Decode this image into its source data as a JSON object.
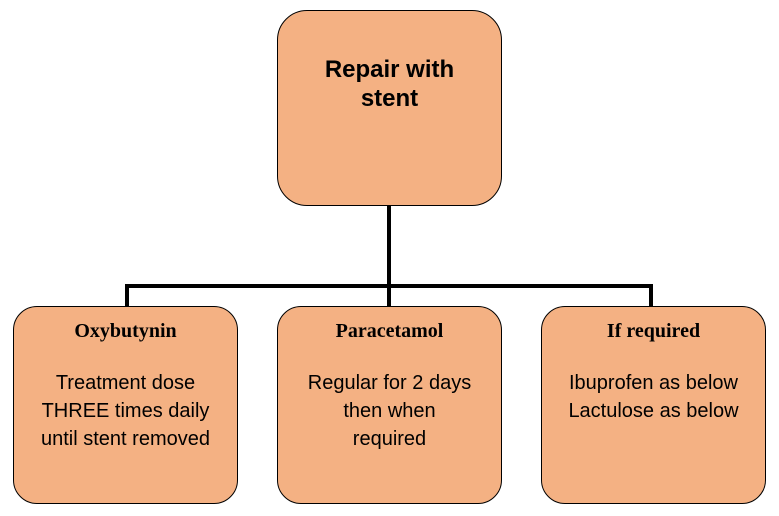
{
  "colors": {
    "box_fill": "#f4b183",
    "box_border": "#000000",
    "connector": "#000000"
  },
  "root": {
    "title": "Repair with stent"
  },
  "children": [
    {
      "heading": "Oxybutynin",
      "body": "Treatment dose\nTHREE times daily\nuntil stent removed"
    },
    {
      "heading": "Paracetamol",
      "body": "Regular for 2 days\nthen when\nrequired"
    },
    {
      "heading": "If required",
      "body": "Ibuprofen as below\nLactulose as below"
    }
  ]
}
